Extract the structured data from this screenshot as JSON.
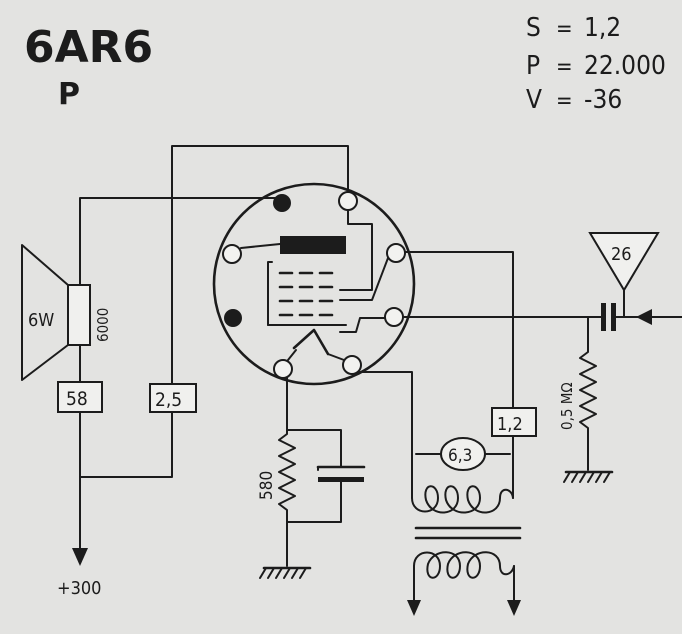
{
  "tube": {
    "name": "6AR6",
    "type_letter": "P"
  },
  "specs": [
    {
      "key": "S",
      "eq": "=",
      "value": "1,2"
    },
    {
      "key": "P",
      "eq": "=",
      "value": "22.000"
    },
    {
      "key": "V",
      "eq": "=",
      "value": "-36"
    }
  ],
  "speaker": {
    "power": "6W",
    "impedance": "6000"
  },
  "boxes": {
    "speaker_current": "58",
    "screen_current": "2,5",
    "heater_current": "1,2"
  },
  "heater_voltage": "6,3",
  "cathode_resistor": "580",
  "grid_resistor": "0,5 MΩ",
  "driver_tube": "26",
  "supply": "+300"
}
